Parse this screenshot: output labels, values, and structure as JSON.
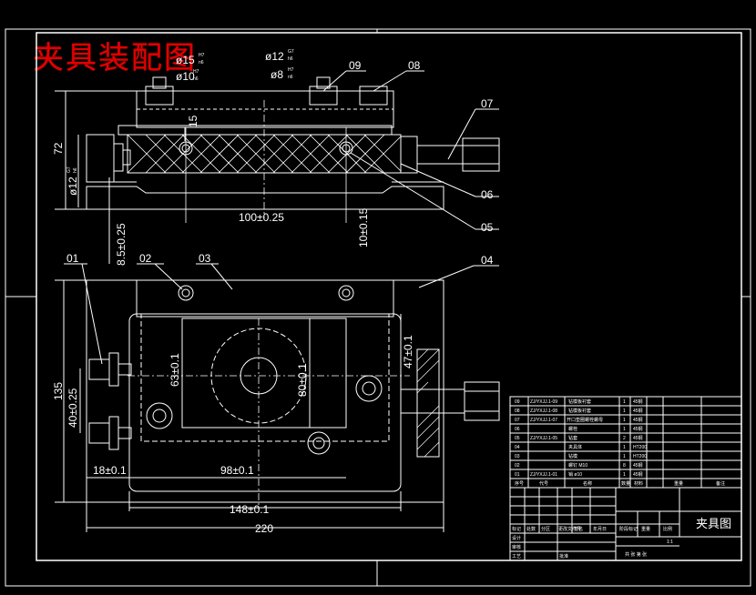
{
  "stamp_text": "夹具装配图",
  "top_view_dims": {
    "d12": "ø12",
    "d12_fit_top": "G7",
    "d12_fit_bot": "h6",
    "d8": "ø8",
    "d8_fit_top": "H7",
    "d8_fit_bot": "n6",
    "d15": "ø15",
    "d15_fit_top": "H7",
    "d15_fit_bot": "n6",
    "d10": "ø10",
    "d10_fit_top": "H7",
    "d10_fit_bot": "n6",
    "h72": "72",
    "left_d12": "ø12",
    "left_d12_fit_top": "G7",
    "left_d12_fit_bot": "h6",
    "d15_vert": "15",
    "span100": "100±0.25",
    "h10": "10±0.15",
    "h85": "8.5±0.25"
  },
  "plan_view_dims": {
    "h135": "135",
    "h40": "40±0.25",
    "h63": "63±0.1",
    "h80": "80±0.1",
    "h47": "47±0.1",
    "w18": "18±0.1",
    "w98": "98±0.1",
    "w148": "148±0.1",
    "w220": "220"
  },
  "part_leaders": [
    "01",
    "02",
    "03",
    "04",
    "05",
    "06",
    "07",
    "08",
    "09"
  ],
  "bom": {
    "rows": [
      {
        "no": "09",
        "code": "ZJ/YXJJ.1-09",
        "name": "钻模板衬套",
        "qty": "1",
        "mat": "45钢"
      },
      {
        "no": "08",
        "code": "ZJ/YXJJ.1-08",
        "name": "钻模板衬套",
        "qty": "1",
        "mat": "45钢"
      },
      {
        "no": "07",
        "code": "ZJ/YXJJ.1-07",
        "name": "开口垫圈螺栓螺母",
        "qty": "1",
        "mat": "45钢"
      },
      {
        "no": "06",
        "code": "",
        "name": "螺栓",
        "qty": "1",
        "mat": "45钢"
      },
      {
        "no": "05",
        "code": "ZJ/YXJJ.1-05",
        "name": "钻套",
        "qty": "2",
        "mat": "45钢"
      },
      {
        "no": "04",
        "code": "",
        "name": "夹具体",
        "qty": "1",
        "mat": "HT200"
      },
      {
        "no": "03",
        "code": "",
        "name": "钻模",
        "qty": "1",
        "mat": "HT200"
      },
      {
        "no": "02",
        "code": "",
        "name": "螺钉 M10",
        "qty": "8",
        "mat": "45钢"
      },
      {
        "no": "01",
        "code": "ZJ/YXJJ.1-01",
        "name": "销 ø10",
        "qty": "1",
        "mat": "45钢"
      }
    ],
    "header": [
      "序号",
      "代号",
      "名称",
      "数量",
      "材料",
      "重量",
      "备注"
    ]
  },
  "title_block": {
    "title": "夹具图",
    "scale": "1:1",
    "sheet": "共 张 第 张",
    "labels": [
      "标记",
      "处数",
      "分区",
      "更改文件号",
      "签名",
      "年月日",
      "设计",
      "审核",
      "工艺",
      "批准",
      "阶段标记",
      "重量",
      "比例"
    ]
  },
  "colors": {
    "background": "#000000",
    "line": "#ffffff",
    "stamp": "#e00000"
  }
}
